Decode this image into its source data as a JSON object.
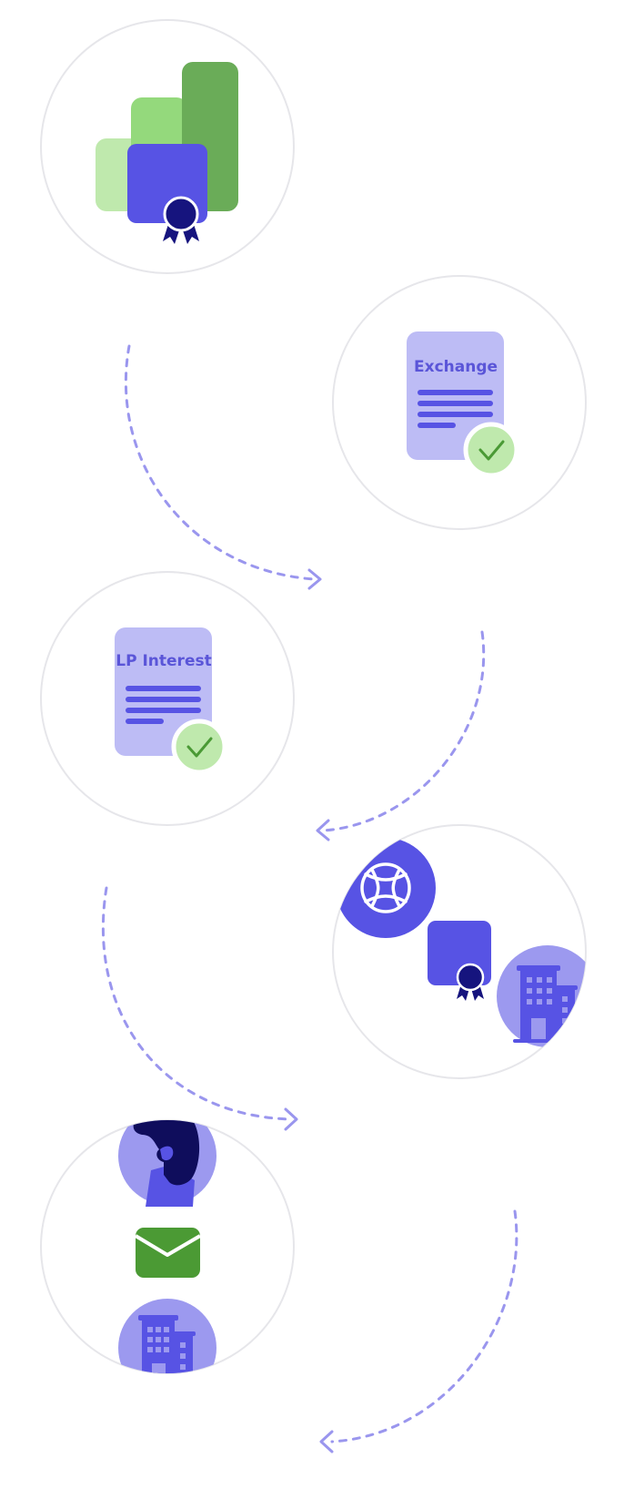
{
  "steps": [
    {
      "id": "step-1",
      "icon": "bar-chart-certificate-icon"
    },
    {
      "id": "step-2",
      "icon": "exchange-document-approved-icon",
      "doc_label": "Exchange"
    },
    {
      "id": "step-3",
      "icon": "lp-interest-document-approved-icon",
      "doc_label": "LP Interest"
    },
    {
      "id": "step-4",
      "icon": "platform-certificate-building-icon"
    },
    {
      "id": "step-5",
      "icon": "person-mail-building-icon"
    }
  ],
  "connectors": [
    {
      "from": "step-1",
      "to": "step-2",
      "arrow": "right"
    },
    {
      "from": "step-2",
      "to": "step-3",
      "arrow": "left"
    },
    {
      "from": "step-3",
      "to": "step-4",
      "arrow": "right"
    },
    {
      "from": "step-5",
      "to": "next",
      "arrow": "left"
    }
  ],
  "colors": {
    "circle_stroke": "#e6e6ea",
    "dash": "#9a96ee",
    "indigo": "#5753e4",
    "indigo_light": "#bdbcf5",
    "indigo_mid": "#9c99ef",
    "navy": "#16147e",
    "green_light": "#bfe9ad",
    "green_mid": "#94d97c",
    "green_dark": "#6aac58",
    "green_check": "#4a9a35",
    "mail_green": "#4b9a34"
  }
}
